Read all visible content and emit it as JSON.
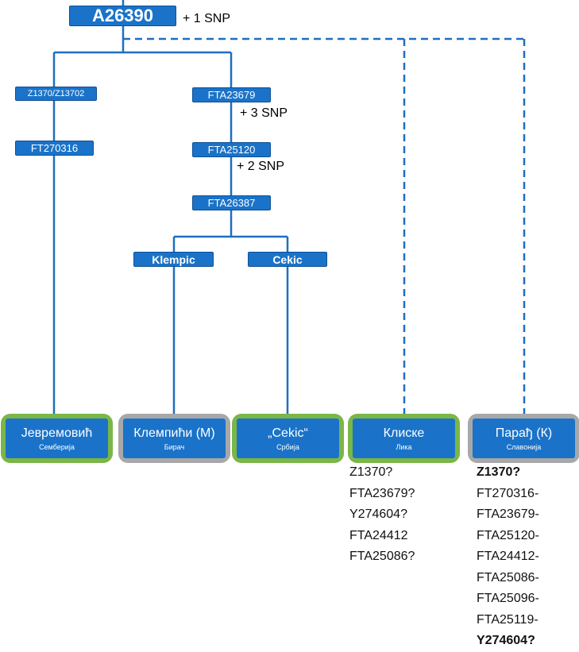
{
  "root": {
    "label": "A26390",
    "annotation": "+ 1 SNP"
  },
  "nodes": {
    "z1370": "Z1370/Z13702",
    "ft270316": "FT270316",
    "fta23679": "FTA23679",
    "fta25120": "FTA25120",
    "fta26387": "FTA26387",
    "klempic": "Klempic",
    "cekic": "Cekic"
  },
  "annotations": {
    "fta23679": "+ 3 SNP",
    "fta25120": "+ 2 SNP"
  },
  "leaves": [
    {
      "name": "Јевремовић",
      "place": "Семберија",
      "frame": "green"
    },
    {
      "name": "Клемпићи (М)",
      "place": "Бирач",
      "frame": "gray"
    },
    {
      "name": "„Cekic“",
      "place": "Србија",
      "frame": "green"
    },
    {
      "name": "Клиске",
      "place": "Лика",
      "frame": "green"
    },
    {
      "name": "Парађ (К)",
      "place": "Славонија",
      "frame": "gray"
    }
  ],
  "kliske_snps": [
    "Z1370?",
    "FTA23679?",
    "Y274604?",
    "FTA24412",
    "FTA25086?"
  ],
  "parad_snps": [
    {
      "text": "Z1370?",
      "bold": true
    },
    {
      "text": "FT270316-",
      "bold": false
    },
    {
      "text": "FTA23679-",
      "bold": false
    },
    {
      "text": "FTA25120-",
      "bold": false
    },
    {
      "text": "FTA24412-",
      "bold": false
    },
    {
      "text": "FTA25086-",
      "bold": false
    },
    {
      "text": "FTA25096-",
      "bold": false
    },
    {
      "text": "FTA25119-",
      "bold": false
    },
    {
      "text": "Y274604?",
      "bold": true
    }
  ],
  "colors": {
    "node": "#1a73c9",
    "line": "#1f6fc0",
    "dashed": "#1f6fc0",
    "green_frame": "#7ab648",
    "gray_frame": "#a8a8a8"
  }
}
